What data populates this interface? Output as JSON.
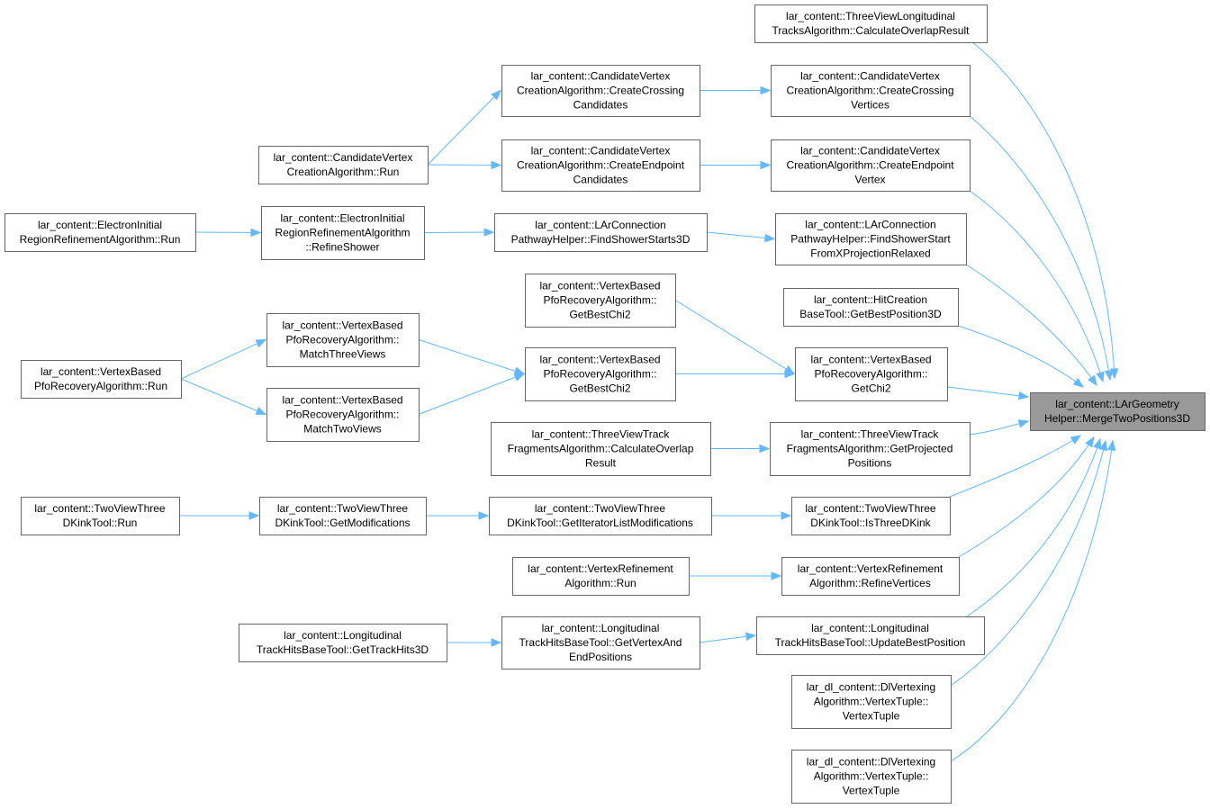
{
  "colors": {
    "edge": "#63b8ff",
    "node_border": "#666666",
    "node_fill": "#ffffff",
    "highlight_fill": "#999999"
  },
  "nodes": {
    "n1": {
      "lines": [
        "lar_content::ThreeViewLongitudinal",
        "TracksAlgorithm::CalculateOverlapResult"
      ]
    },
    "n2": {
      "lines": [
        "lar_content::CandidateVertex",
        "CreationAlgorithm::CreateCrossing",
        "Candidates"
      ]
    },
    "n3": {
      "lines": [
        "lar_content::CandidateVertex",
        "CreationAlgorithm::CreateCrossing",
        "Vertices"
      ]
    },
    "n4": {
      "lines": [
        "lar_content::CandidateVertex",
        "CreationAlgorithm::Run"
      ]
    },
    "n5": {
      "lines": [
        "lar_content::CandidateVertex",
        "CreationAlgorithm::CreateEndpoint",
        "Candidates"
      ]
    },
    "n6": {
      "lines": [
        "lar_content::CandidateVertex",
        "CreationAlgorithm::CreateEndpoint",
        "Vertex"
      ]
    },
    "n7": {
      "lines": [
        "lar_content::ElectronInitial",
        "RegionRefinementAlgorithm::Run"
      ]
    },
    "n8": {
      "lines": [
        "lar_content::ElectronInitial",
        "RegionRefinementAlgorithm",
        "::RefineShower"
      ]
    },
    "n9": {
      "lines": [
        "lar_content::LArConnection",
        "PathwayHelper::FindShowerStarts3D"
      ]
    },
    "n10": {
      "lines": [
        "lar_content::LArConnection",
        "PathwayHelper::FindShowerStart",
        "FromXProjectionRelaxed"
      ]
    },
    "n11": {
      "lines": [
        "lar_content::VertexBased",
        "PfoRecoveryAlgorithm::",
        "GetBestChi2"
      ]
    },
    "n12": {
      "lines": [
        "lar_content::HitCreation",
        "BaseTool::GetBestPosition3D"
      ]
    },
    "n13": {
      "lines": [
        "lar_content::VertexBased",
        "PfoRecoveryAlgorithm::",
        "MatchThreeViews"
      ]
    },
    "n14": {
      "lines": [
        "lar_content::VertexBased",
        "PfoRecoveryAlgorithm::",
        "GetBestChi2"
      ]
    },
    "n15": {
      "lines": [
        "lar_content::VertexBased",
        "PfoRecoveryAlgorithm::",
        "GetChi2"
      ]
    },
    "n16": {
      "lines": [
        "lar_content::VertexBased",
        "PfoRecoveryAlgorithm::Run"
      ]
    },
    "n17": {
      "lines": [
        "lar_content::LArGeometry",
        "Helper::MergeTwoPositions3D"
      ]
    },
    "n18": {
      "lines": [
        "lar_content::VertexBased",
        "PfoRecoveryAlgorithm::",
        "MatchTwoViews"
      ]
    },
    "n19": {
      "lines": [
        "lar_content::ThreeViewTrack",
        "FragmentsAlgorithm::CalculateOverlap",
        "Result"
      ]
    },
    "n20": {
      "lines": [
        "lar_content::ThreeViewTrack",
        "FragmentsAlgorithm::GetProjected",
        "Positions"
      ]
    },
    "n21": {
      "lines": [
        "lar_content::TwoViewThree",
        "DKinkTool::Run"
      ]
    },
    "n22": {
      "lines": [
        "lar_content::TwoViewThree",
        "DKinkTool::GetModifications"
      ]
    },
    "n23": {
      "lines": [
        "lar_content::TwoViewThree",
        "DKinkTool::GetIteratorListModifications"
      ]
    },
    "n24": {
      "lines": [
        "lar_content::TwoViewThree",
        "DKinkTool::IsThreeDKink"
      ]
    },
    "n25": {
      "lines": [
        "lar_content::VertexRefinement",
        "Algorithm::Run"
      ]
    },
    "n26": {
      "lines": [
        "lar_content::VertexRefinement",
        "Algorithm::RefineVertices"
      ]
    },
    "n27": {
      "lines": [
        "lar_content::Longitudinal",
        "TrackHitsBaseTool::GetTrackHits3D"
      ]
    },
    "n28": {
      "lines": [
        "lar_content::Longitudinal",
        "TrackHitsBaseTool::GetVertexAnd",
        "EndPositions"
      ]
    },
    "n29": {
      "lines": [
        "lar_content::Longitudinal",
        "TrackHitsBaseTool::UpdateBestPosition"
      ]
    },
    "n30": {
      "lines": [
        "lar_dl_content::DlVertexing",
        "Algorithm::VertexTuple::",
        "VertexTuple"
      ]
    },
    "n31": {
      "lines": [
        "lar_dl_content::DlVertexing",
        "Algorithm::VertexTuple::",
        "VertexTuple"
      ]
    }
  },
  "edges": [
    {
      "from": "n4",
      "to": "n2"
    },
    {
      "from": "n4",
      "to": "n5"
    },
    {
      "from": "n2",
      "to": "n3"
    },
    {
      "from": "n5",
      "to": "n6"
    },
    {
      "from": "n7",
      "to": "n8"
    },
    {
      "from": "n8",
      "to": "n9"
    },
    {
      "from": "n9",
      "to": "n10"
    },
    {
      "from": "n16",
      "to": "n13"
    },
    {
      "from": "n16",
      "to": "n18"
    },
    {
      "from": "n13",
      "to": "n14"
    },
    {
      "from": "n18",
      "to": "n14"
    },
    {
      "from": "n11",
      "to": "n15"
    },
    {
      "from": "n14",
      "to": "n15"
    },
    {
      "from": "n19",
      "to": "n20"
    },
    {
      "from": "n21",
      "to": "n22"
    },
    {
      "from": "n22",
      "to": "n23"
    },
    {
      "from": "n23",
      "to": "n24"
    },
    {
      "from": "n25",
      "to": "n26"
    },
    {
      "from": "n27",
      "to": "n28"
    },
    {
      "from": "n28",
      "to": "n29"
    },
    {
      "from": "n1",
      "to": "n17"
    },
    {
      "from": "n3",
      "to": "n17"
    },
    {
      "from": "n6",
      "to": "n17"
    },
    {
      "from": "n10",
      "to": "n17"
    },
    {
      "from": "n12",
      "to": "n17"
    },
    {
      "from": "n15",
      "to": "n17"
    },
    {
      "from": "n20",
      "to": "n17"
    },
    {
      "from": "n24",
      "to": "n17"
    },
    {
      "from": "n26",
      "to": "n17"
    },
    {
      "from": "n29",
      "to": "n17"
    },
    {
      "from": "n30",
      "to": "n17"
    },
    {
      "from": "n31",
      "to": "n17"
    }
  ]
}
